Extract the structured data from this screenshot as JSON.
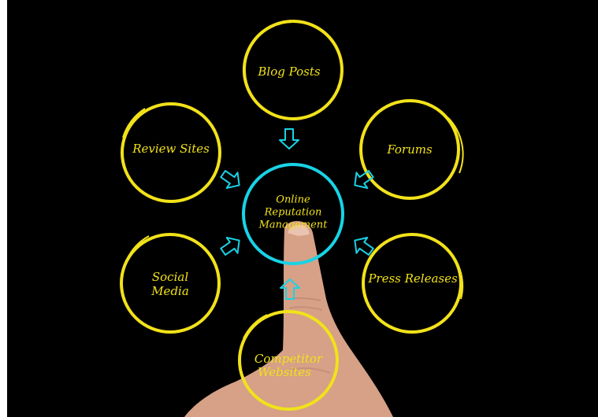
{
  "diagram": {
    "center": {
      "label_lines": [
        "Online",
        "Reputation",
        "Management"
      ]
    },
    "nodes": [
      {
        "id": "blog-posts",
        "label_lines": [
          "Blog Posts"
        ]
      },
      {
        "id": "forums",
        "label_lines": [
          "Forums"
        ]
      },
      {
        "id": "press-releases",
        "label_lines": [
          "Press Releases"
        ]
      },
      {
        "id": "competitor-websites",
        "label_lines": [
          "Competitor",
          "Websites"
        ]
      },
      {
        "id": "social-media",
        "label_lines": [
          "Social",
          "Media"
        ]
      },
      {
        "id": "review-sites",
        "label_lines": [
          "Review Sites"
        ]
      }
    ]
  },
  "colors": {
    "background": "#000000",
    "node_ring": "#f2e21a",
    "node_text": "#f2e21a",
    "center_ring": "#19d3e6",
    "center_text": "#f2e21a",
    "arrow": "#19d3e6",
    "finger": "#d9a48a"
  }
}
